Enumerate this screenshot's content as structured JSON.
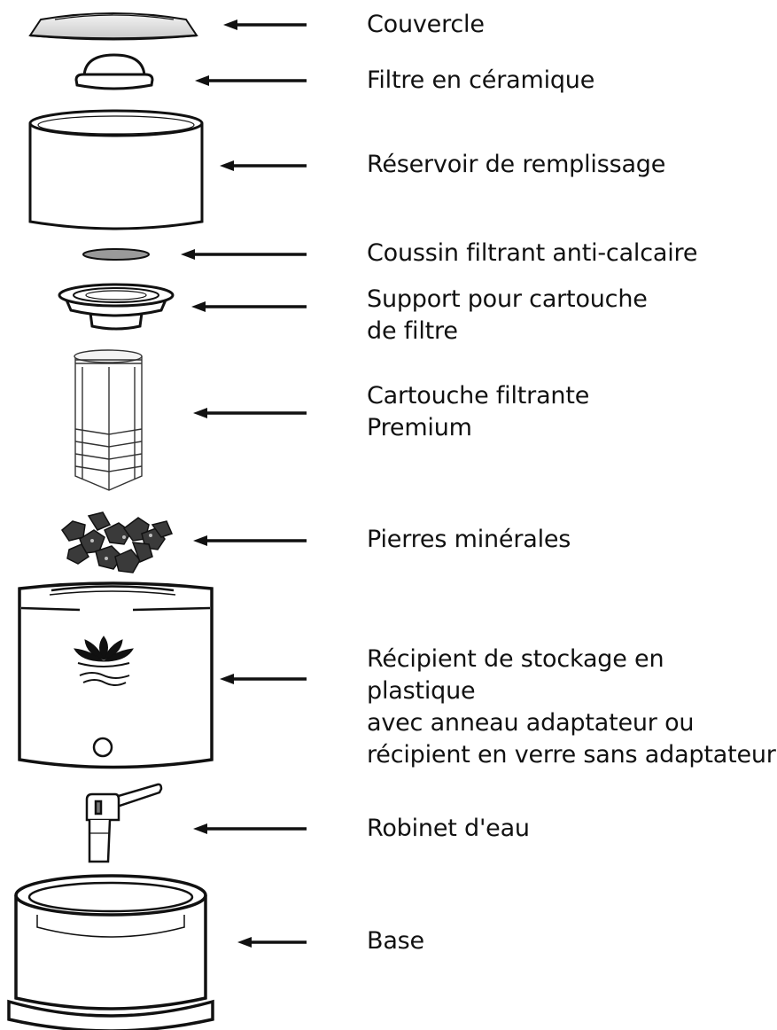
{
  "parts": [
    {
      "id": "couvercle",
      "label": "Couvercle"
    },
    {
      "id": "filtre-ceramique",
      "label": "Filtre en céramique"
    },
    {
      "id": "reservoir",
      "label": "Réservoir de remplissage"
    },
    {
      "id": "coussin",
      "label": "Coussin filtrant anti-calcaire"
    },
    {
      "id": "support",
      "label": "Support pour cartouche\nde filtre"
    },
    {
      "id": "cartouche",
      "label": "Cartouche filtrante\nPremium"
    },
    {
      "id": "pierres",
      "label": "Pierres minérales"
    },
    {
      "id": "recipient",
      "label": "Récipient de stockage en plastique\navec anneau adaptateur ou\nrécipient en verre sans adaptateur"
    },
    {
      "id": "robinet",
      "label": "Robinet d'eau"
    },
    {
      "id": "base",
      "label": "Base"
    }
  ],
  "colors": {
    "stroke": "#111111",
    "shade": "#9a9a9a",
    "background": "#ffffff"
  }
}
